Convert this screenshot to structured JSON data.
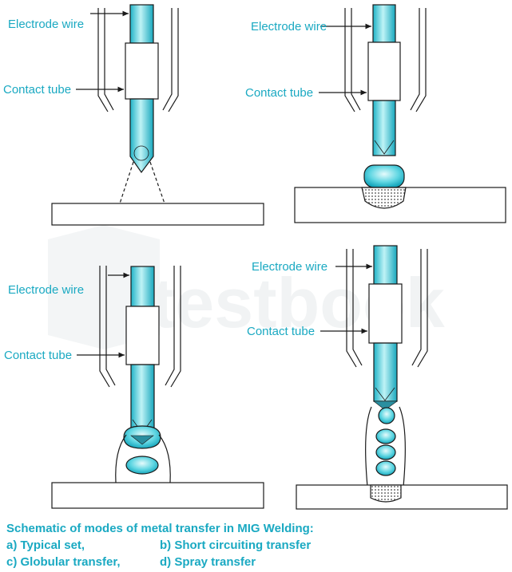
{
  "watermark": "testbook",
  "panels": {
    "a": {
      "electrode_label": "Electrode wire",
      "contact_label": "Contact tube"
    },
    "b": {
      "electrode_label": "Electrode wire",
      "contact_label": "Contact tube"
    },
    "c": {
      "electrode_label": "Electrode wire",
      "contact_label": "Contact tube"
    },
    "d": {
      "electrode_label": "Electrode wire",
      "contact_label": "Contact tube"
    }
  },
  "caption": {
    "title": "Schematic of modes of metal transfer in MIG Welding:",
    "items": [
      "a) Typical set,",
      "b) Short circuiting transfer",
      "c) Globular transfer,",
      "d) Spray transfer"
    ]
  },
  "colors": {
    "accent": "#1aa9c2",
    "line": "#1a1a1a",
    "wire": "#4fd4e0"
  }
}
